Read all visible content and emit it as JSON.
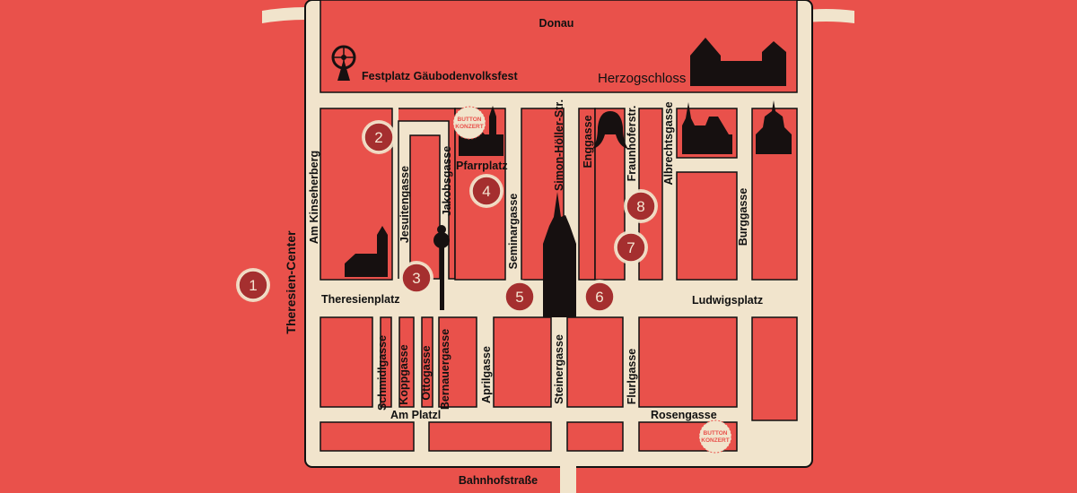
{
  "map": {
    "river": "Donau",
    "streets": {
      "bahnhofstrasse": "Bahnhofstraße",
      "theresien_center": "Theresien-Center",
      "theresienplatz": "Theresienplatz",
      "ludwigsplatz": "Ludwigsplatz",
      "am_platzl": "Am Platzl",
      "rosengasse": "Rosengasse",
      "pfarrplatz": "Pfarrplatz",
      "am_kinseherberg": "Am Kinseherberg",
      "jesuitengasse": "Jesuitengasse",
      "jakobsgasse": "Jakobsgasse",
      "seminargasse": "Seminargasse",
      "simon_hoeller_str": "Simon-Höller-Str.",
      "enggasse": "Enggasse",
      "fraunhoferstr": "Fraunhoferstr.",
      "albrechtsgasse": "Albrechtsgasse",
      "burggasse": "Burggasse",
      "schmidlgasse": "Schmidlgasse",
      "koppgasse": "Koppgasse",
      "ottogasse": "Ottogasse",
      "bernauergasse": "Bernauergasse",
      "aprilgasse": "Aprilgasse",
      "steinergasse": "Steinergasse",
      "flurlgasse": "Flurlgasse"
    },
    "landmarks": {
      "festplatz": "Festplatz Gäubodenvolksfest",
      "herzogschloss": "Herzogschloss"
    },
    "stamp": {
      "line1": "BUTTON",
      "line2": "KONZERT"
    },
    "markers": [
      "1",
      "2",
      "3",
      "4",
      "5",
      "6",
      "7",
      "8"
    ],
    "colors": {
      "background": "#e9514b",
      "street": "#f1e4cc",
      "marker": "#a52f2f",
      "silhouette": "#161010"
    }
  }
}
